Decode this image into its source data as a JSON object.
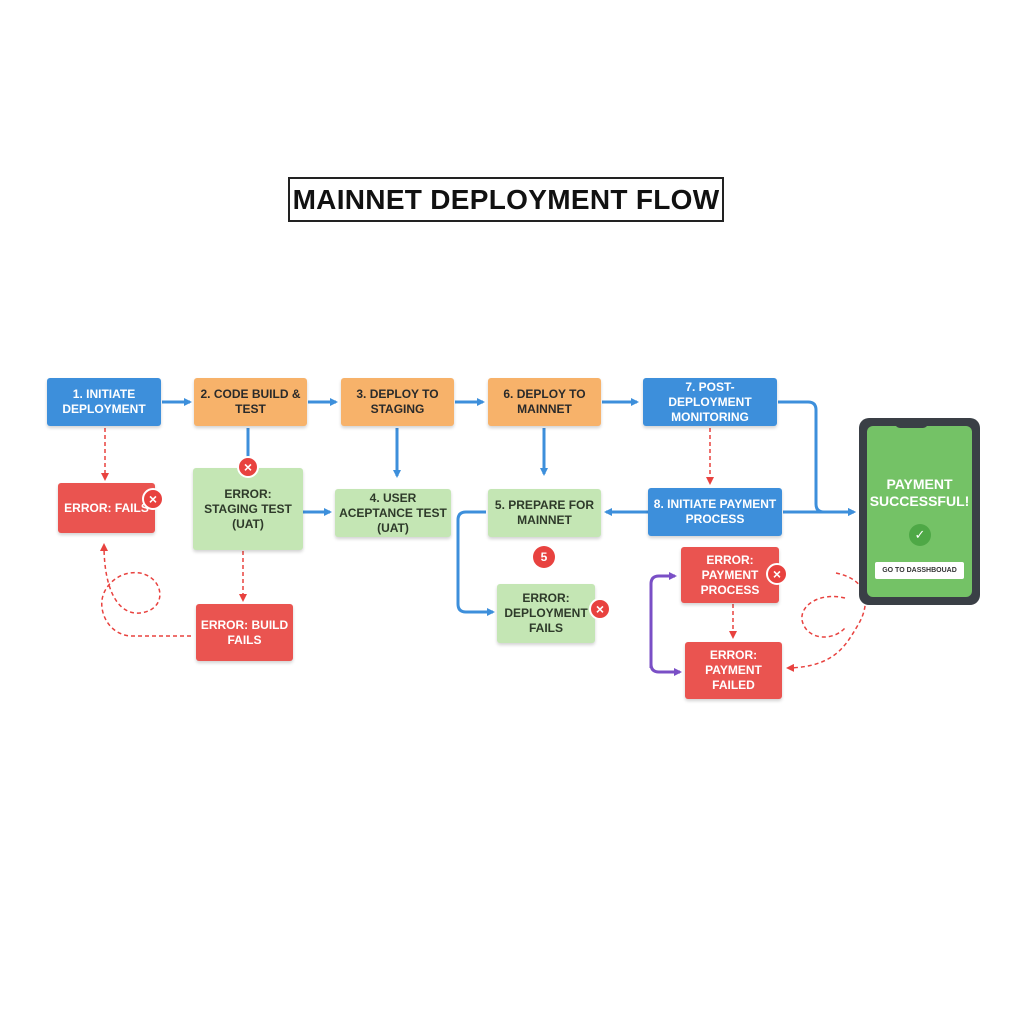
{
  "title": "MAINNET DEPLOYMENT FLOW",
  "colors": {
    "step": "#3d8fdb",
    "build": "#f7b26a",
    "stage": "#c4e6b4",
    "error": "#ea5450",
    "error_arrow": "#e8423f",
    "loop_arrow": "#7a4fc6",
    "phone_screen": "#74c266"
  },
  "nodes": {
    "initiate_deployment": "1. INITIATE DEPLOYMENT",
    "code_build": "2. CODE BUILD & TEST",
    "deploy_staging": "3. DEPLOY TO STAGING",
    "deploy_mainnet": "6. DEPLOY TO MAINNET",
    "post_monitoring": "7. POST-DEPLOYMENT MONITORING",
    "error_fails": "ERROR: FAILS",
    "error_staging": "ERROR: STAGING TEST (UAT)",
    "user_acceptance": "4. USER ACEPTANCE TEST (UAT)",
    "prepare_mainnet": "5. PREPARE FOR MAINNET",
    "initiate_payment": "8. INITIATE PAYMENT PROCESS",
    "error_build": "ERROR: BUILD FAILS",
    "error_deployment": "ERROR: DEPLOYMENT FAILS",
    "error_payment_process": "ERROR: PAYMENT PROCESS",
    "error_payment_failed": "ERROR: PAYMENT FAILED"
  },
  "badge_number": "5",
  "x_icon": "×",
  "phone": {
    "message": "PAYMENT SUCCESSFUL!",
    "check_icon": "✓",
    "button": "GO TO DASSHBOUAD"
  }
}
